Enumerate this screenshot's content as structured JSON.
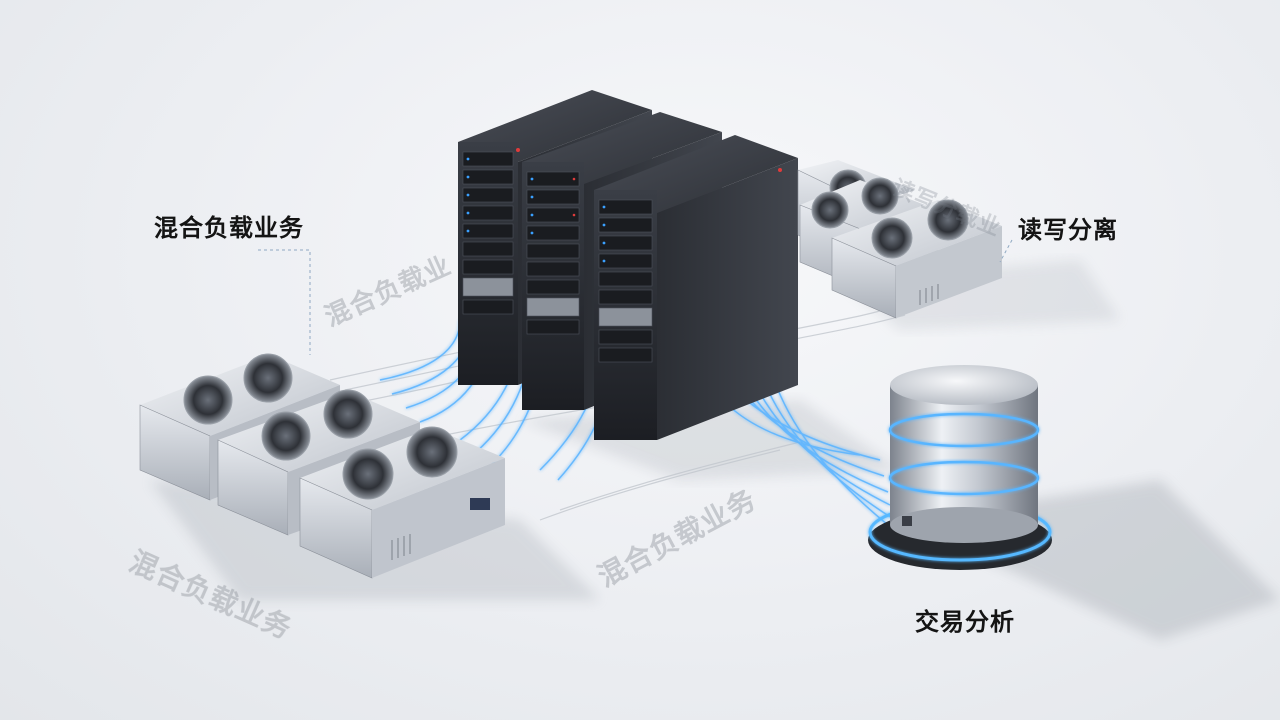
{
  "labels": {
    "left": "混合负载业务",
    "right": "读写分离",
    "bottom": "交易分析"
  },
  "watermarks": {
    "w1": "混合负载业",
    "w2": "混合负载业务",
    "w3": "混合负载业务",
    "w4": "读写分载业"
  },
  "colors": {
    "glow": "#3aa0ff",
    "rack": "#2a2d33",
    "metal": "#c9ced6",
    "accent_red": "#e03b3b"
  }
}
